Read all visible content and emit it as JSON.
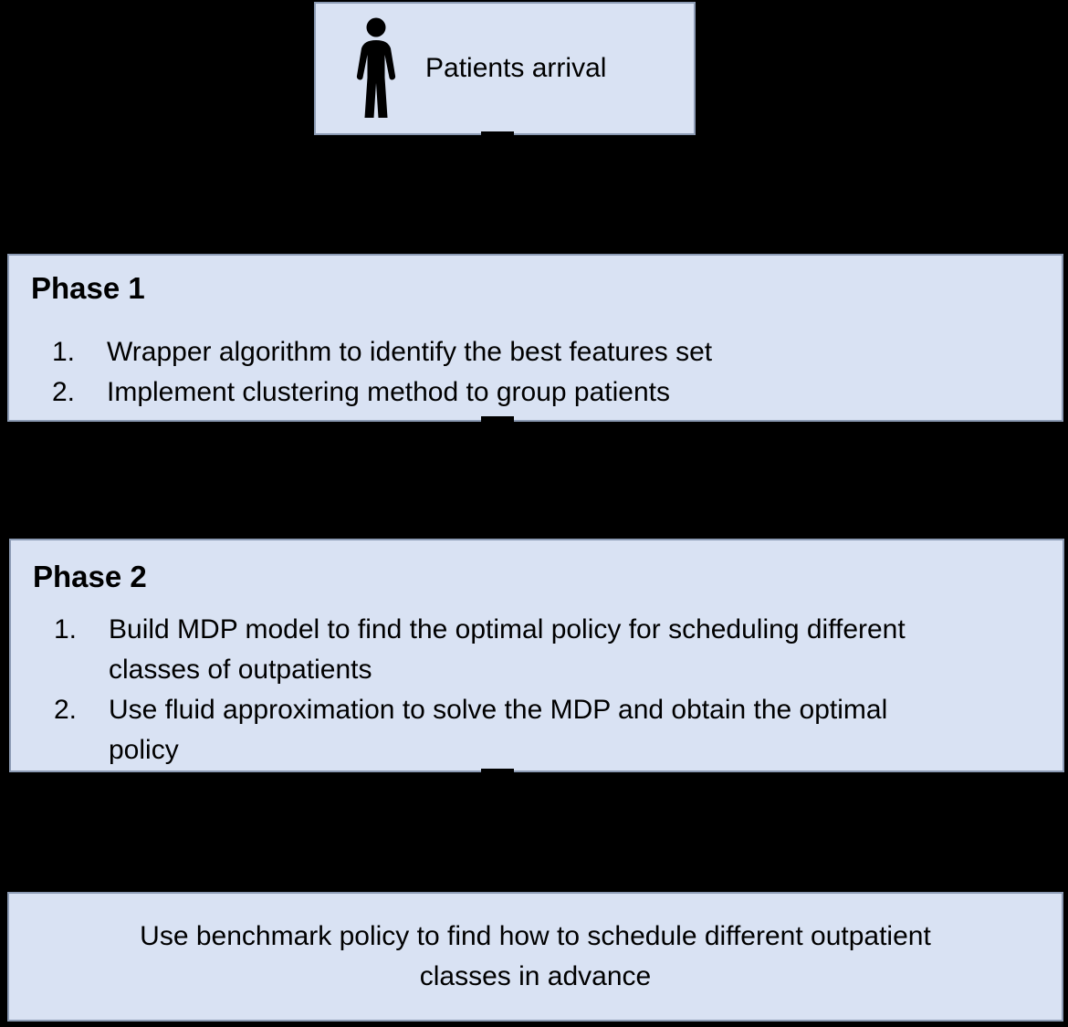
{
  "diagram": {
    "colors": {
      "background": "#000000",
      "box_fill": "#d9e2f3",
      "box_border": "#8c9bb4",
      "text": "#000000",
      "icon": "#000000"
    },
    "arrival": {
      "icon": "person-icon",
      "label": "Patients arrival"
    },
    "phase1": {
      "title": "Phase 1",
      "items": [
        {
          "num": "1.",
          "text": "Wrapper algorithm to identify the best features set"
        },
        {
          "num": "2.",
          "text": "Implement clustering method to group patients"
        }
      ]
    },
    "phase2": {
      "title": "Phase 2",
      "items": [
        {
          "num": "1.",
          "text": "Build MDP model to find the optimal policy for scheduling different\nclasses of outpatients"
        },
        {
          "num": "2.",
          "text": "Use fluid approximation to solve the MDP and obtain the optimal\npolicy"
        }
      ]
    },
    "benchmark": {
      "text": "Use benchmark policy to find how to schedule different outpatient\nclasses in advance"
    }
  }
}
